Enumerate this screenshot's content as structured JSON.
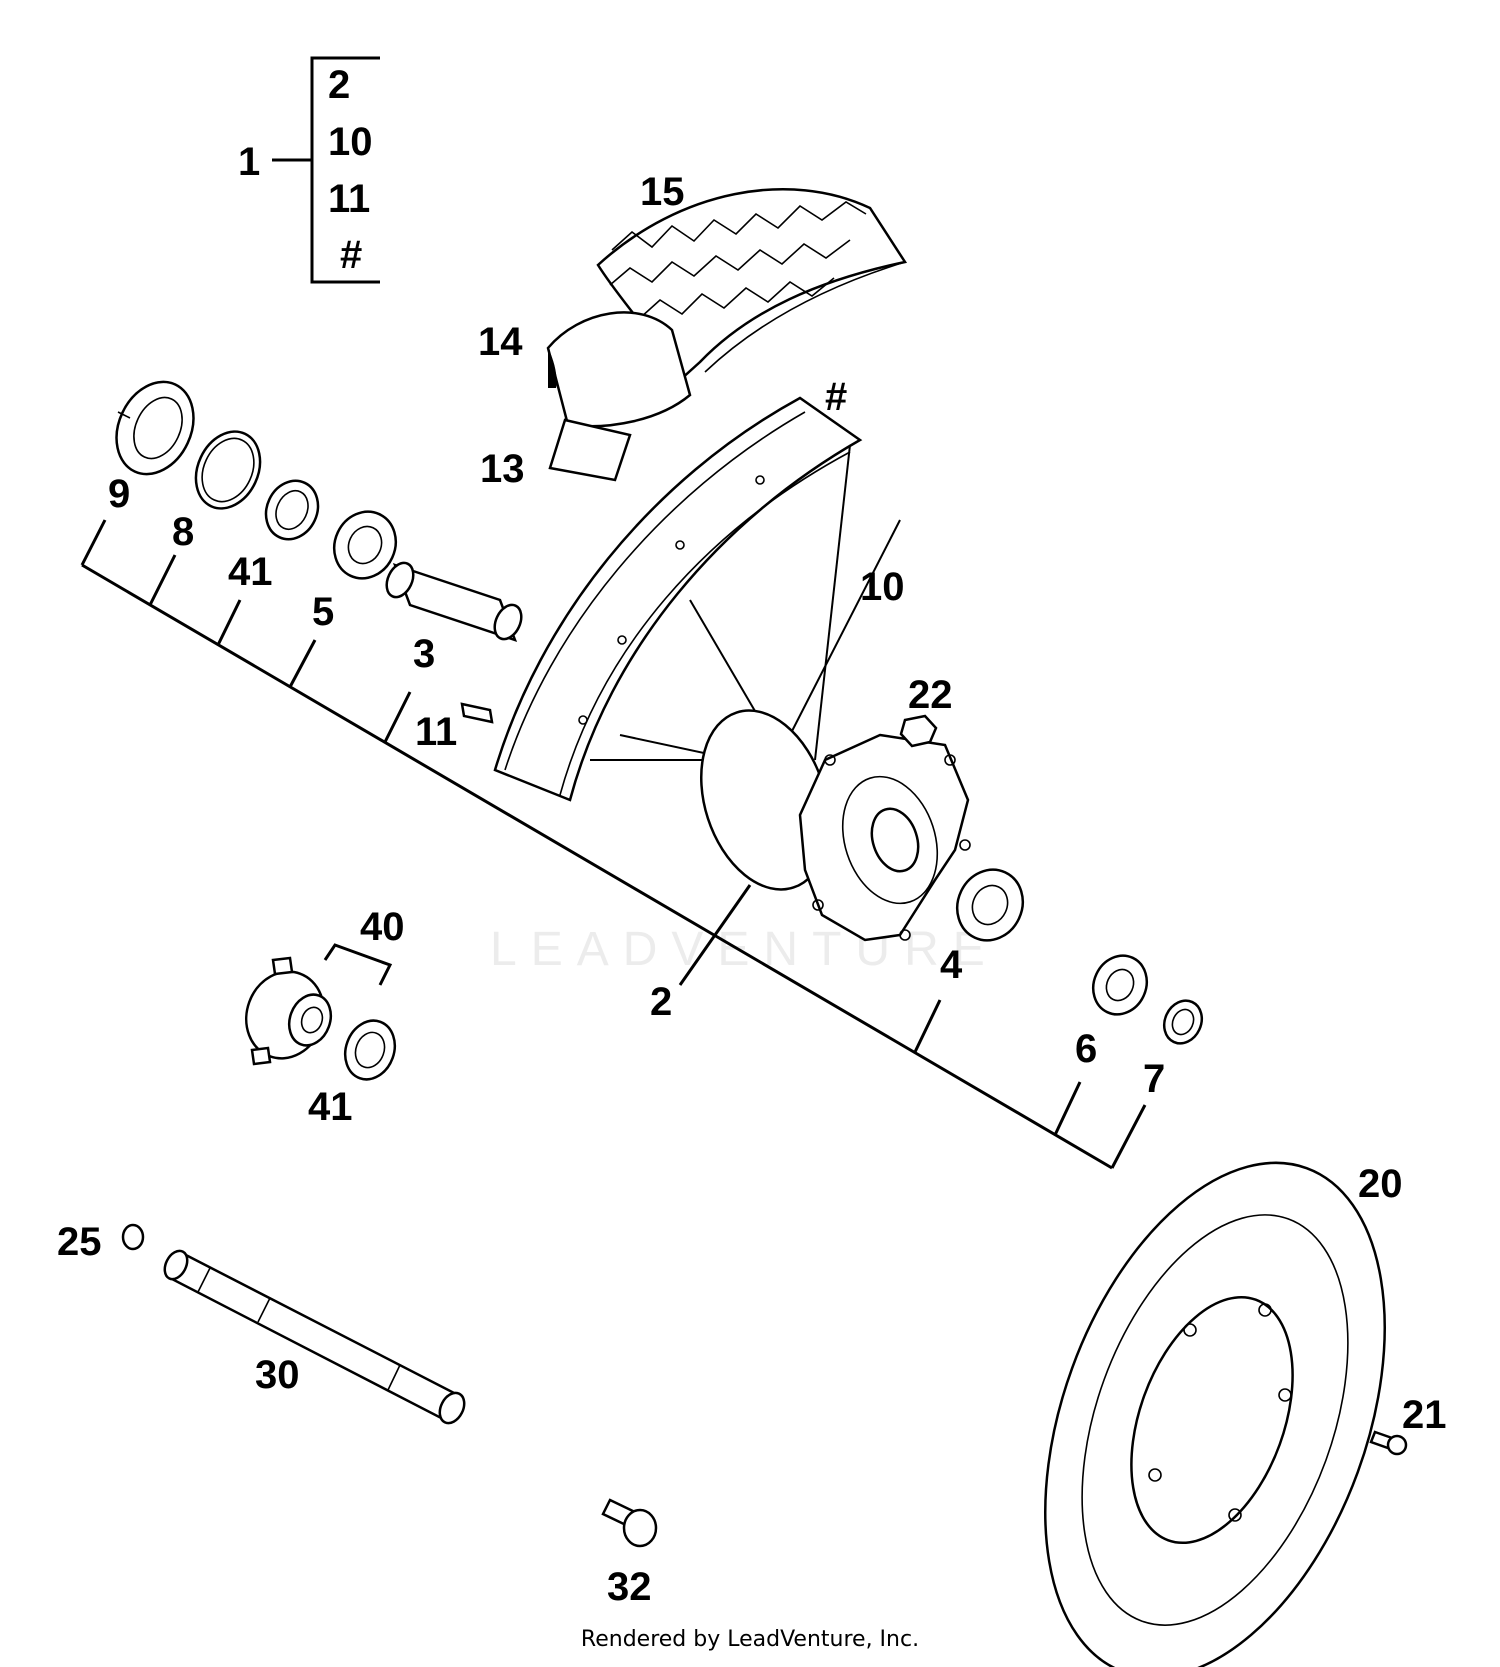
{
  "watermark": "LEADVENTURE",
  "credit": "Rendered by LeadVenture, Inc.",
  "set_bracket": {
    "label": "1",
    "items": [
      "2",
      "10",
      "11",
      "#"
    ]
  },
  "callouts": {
    "c2": "2",
    "c3": "3",
    "c4": "4",
    "c5": "5",
    "c6": "6",
    "c7": "7",
    "c8": "8",
    "c9": "9",
    "c10": "10",
    "c11": "11",
    "c13": "13",
    "c14": "14",
    "c15": "15",
    "c20": "20",
    "c21": "21",
    "c22": "22",
    "c25": "25",
    "c30": "30",
    "c32": "32",
    "c40": "40",
    "c41a": "41",
    "c41b": "41",
    "rim": "#"
  }
}
